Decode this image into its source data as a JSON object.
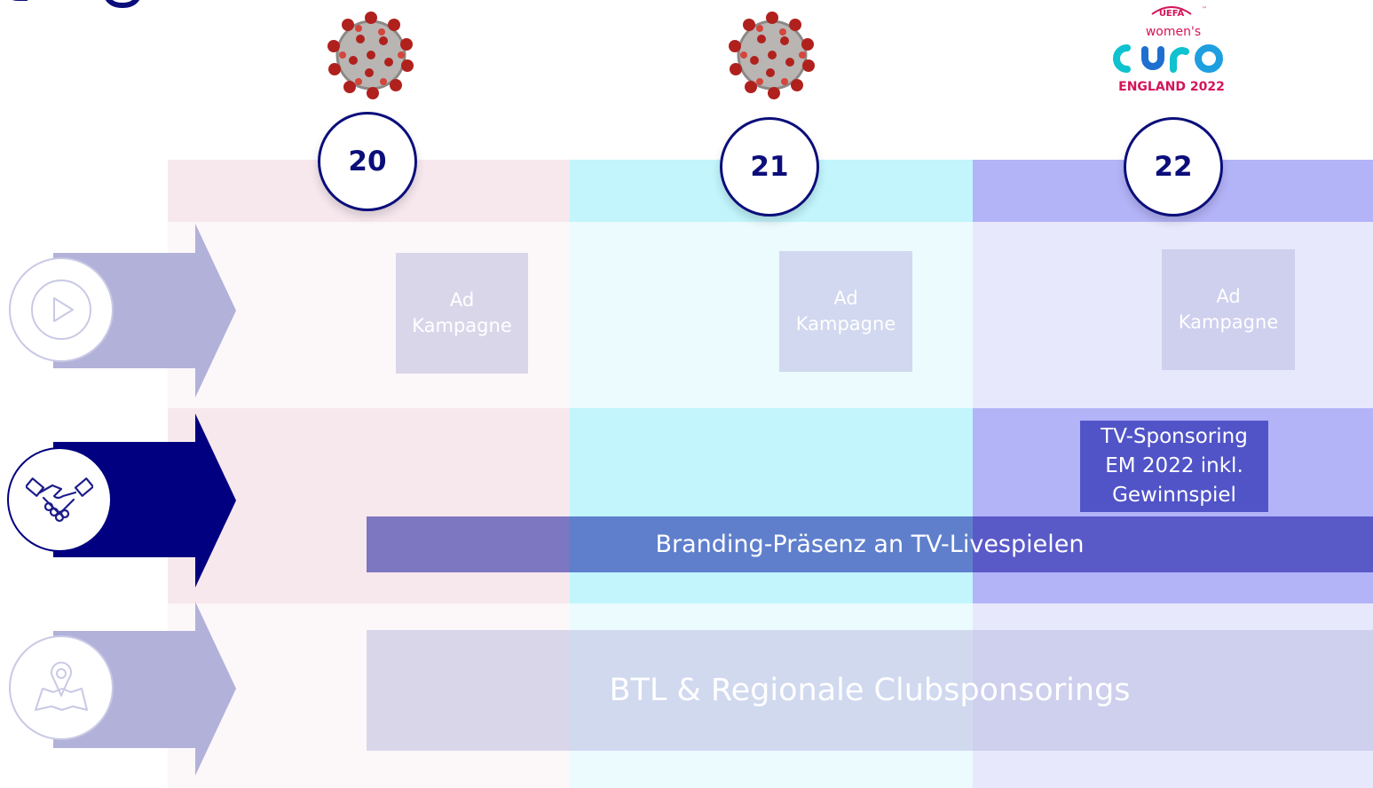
{
  "years": [
    {
      "label": "20"
    },
    {
      "label": "21"
    },
    {
      "label": "22"
    }
  ],
  "logos": {
    "virus_1": "coronavirus-icon",
    "virus_2": "coronavirus-icon",
    "euro": {
      "uefa": "UEFA",
      "tm": "™",
      "womens": "women's",
      "euro": "euro",
      "country_year": "ENGLAND 2022"
    }
  },
  "rows": {
    "video": {
      "icon": "play-icon"
    },
    "sponsoring": {
      "icon": "handshake-icon"
    },
    "regional": {
      "icon": "map-pin-icon"
    }
  },
  "ads": [
    {
      "line1": "Ad",
      "line2": "Kampagne"
    },
    {
      "line1": "Ad",
      "line2": "Kampagne"
    },
    {
      "line1": "Ad",
      "line2": "Kampagne"
    }
  ],
  "tv_sponsoring": {
    "line1": "TV-Sponsoring",
    "line2": "EM 2022 inkl.",
    "line3": "Gewinnspiel"
  },
  "branding_bar": "Branding-Präsenz an TV-Livespielen",
  "btl_bar": "BTL & Regionale Clubsponsorings",
  "colors": {
    "navy": "#0b0e7a",
    "col20": "#f7e8ee",
    "col21": "#c2f5fc",
    "col22": "#b3b3f8",
    "arrow_light": "#b1b1da",
    "arrow_dark": "#000080"
  }
}
